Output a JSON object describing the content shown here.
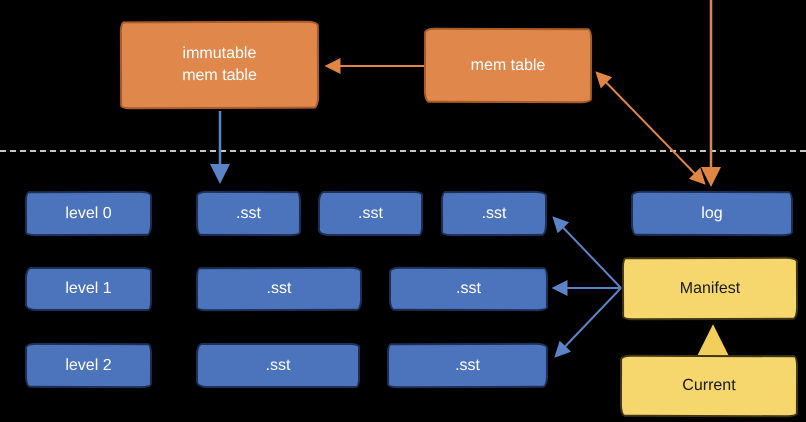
{
  "diagram": {
    "type": "lsm-tree-storage-architecture",
    "nodes": {
      "immutable_mem_table": {
        "label": "immutable\nmem table",
        "color": "#E0874B"
      },
      "mem_table": {
        "label": "mem table",
        "color": "#E0874B"
      },
      "level_0": {
        "label": "level 0",
        "color": "#4C74BC"
      },
      "level_1": {
        "label": "level 1",
        "color": "#4C74BC"
      },
      "level_2": {
        "label": "level 2",
        "color": "#4C74BC"
      },
      "sst": {
        "label": ".sst",
        "color": "#4C74BC"
      },
      "log": {
        "label": "log",
        "color": "#4C74BC"
      },
      "manifest": {
        "label": "Manifest",
        "color": "#F5D76E"
      },
      "current": {
        "label": "Current",
        "color": "#F5D76E"
      }
    },
    "arrows": [
      {
        "from": "mem_table",
        "to": "immutable_mem_table",
        "color": "#E08544",
        "double_headed": false
      },
      {
        "from": "mem_table",
        "to": "log",
        "color": "#E08544",
        "double_headed": true
      },
      {
        "from": "offscreen_top",
        "to": "log",
        "color": "#E08544",
        "double_headed": false
      },
      {
        "from": "immutable_mem_table",
        "to": "sst_level0_first",
        "color": "#5B83C8",
        "double_headed": false
      },
      {
        "from": "manifest",
        "to": "sst_level0_last",
        "color": "#5B83C8",
        "double_headed": false
      },
      {
        "from": "manifest",
        "to": "sst_level1_last",
        "color": "#5B83C8",
        "double_headed": false
      },
      {
        "from": "manifest",
        "to": "sst_level2_last",
        "color": "#5B83C8",
        "double_headed": false
      },
      {
        "from": "current",
        "to": "manifest",
        "color": "#F2CE5A",
        "double_headed": false
      }
    ],
    "separator": {
      "style": "dashed",
      "color": "#C6C6C6"
    },
    "background": "#000000"
  }
}
